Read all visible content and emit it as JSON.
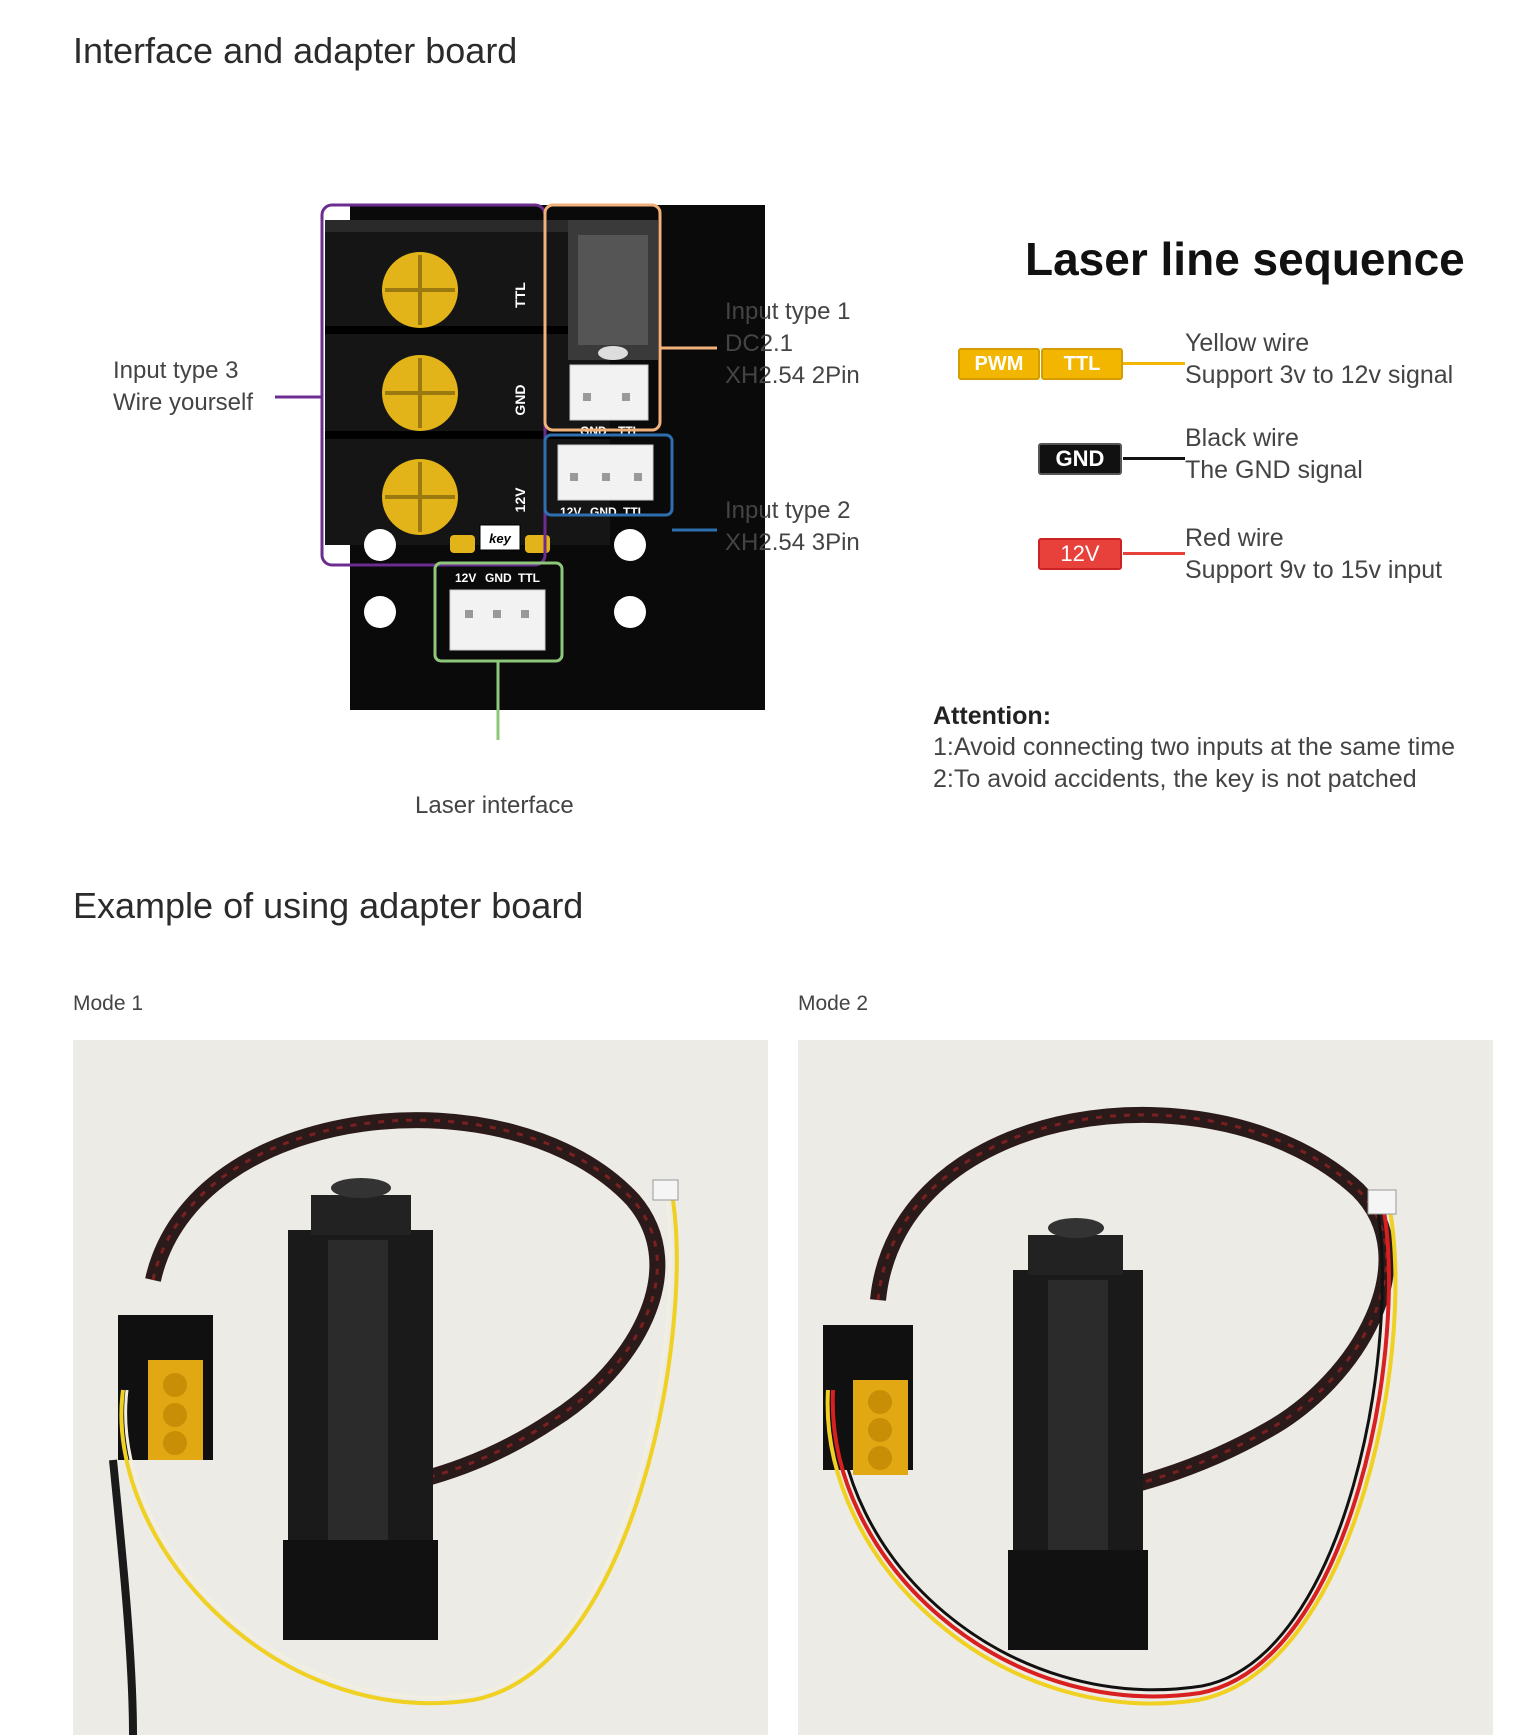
{
  "section1": {
    "title": "Interface and adapter board"
  },
  "board": {
    "input3": {
      "line1": "Input type 3",
      "line2": "Wire yourself"
    },
    "input1": {
      "line1": "Input type 1",
      "line2": "DC2.1",
      "line3": "XH2.54 2Pin"
    },
    "input2": {
      "line1": "Input type 2",
      "line2": "XH2.54 3Pin"
    },
    "laser": "Laser interface",
    "pcb_labels": {
      "ttl": "TTL",
      "gnd": "GND",
      "v12": "12V",
      "dc_gnd": "GND",
      "dc_ttl": "TTL",
      "p3_12v": "12V",
      "p3_gnd": "GND",
      "p3_ttl": "TTL",
      "key": "key",
      "laser_12v": "12V",
      "laser_gnd": "GND",
      "laser_ttl": "TTL"
    }
  },
  "sequence": {
    "title": "Laser line sequence",
    "wires": [
      {
        "tags": [
          "PWM",
          "TTL"
        ],
        "line1": "Yellow wire",
        "line2": "Support 3v to 12v signal",
        "color": "#f2b600"
      },
      {
        "tags": [
          "GND"
        ],
        "line1": "Black wire",
        "line2": "The GND signal",
        "color": "#111111"
      },
      {
        "tags": [
          "12V"
        ],
        "line1": "Red wire",
        "line2": "Support 9v to 15v input",
        "color": "#e8403a"
      }
    ]
  },
  "attention": {
    "title": "Attention:",
    "lines": [
      "1:Avoid connecting two inputs at the same time",
      "2:To avoid accidents, the key is not patched"
    ]
  },
  "section2": {
    "title": "Example of using adapter board"
  },
  "modes": [
    {
      "label": "Mode 1"
    },
    {
      "label": "Mode 2"
    }
  ],
  "colors": {
    "purple": "#6b2d8f",
    "orange": "#f0b27a",
    "blue": "#2e6fb0",
    "green": "#8ec77a"
  }
}
